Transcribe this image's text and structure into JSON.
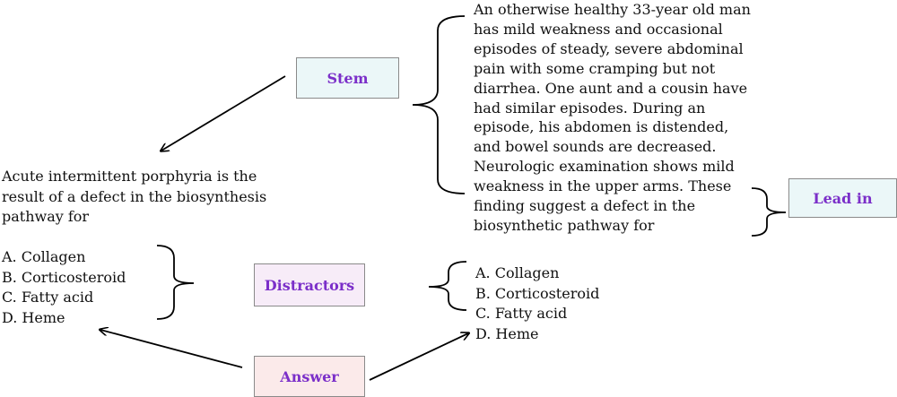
{
  "labels": {
    "stem": "Stem",
    "lead_in": "Lead in",
    "distractors": "Distractors",
    "answer": "Answer"
  },
  "left_question": {
    "lines": [
      "Acute intermittent porphyria is the",
      "result of a defect in the biosynthesis",
      "pathway for"
    ],
    "options": [
      "A.  Collagen",
      "B.  Corticosteroid",
      "C.  Fatty acid",
      "D.  Heme"
    ]
  },
  "right_question": {
    "lines": [
      "An otherwise healthy 33-year old man",
      "has mild weakness and occasional",
      "episodes of steady, severe abdominal",
      "pain with some cramping but not",
      "diarrhea. One aunt and a cousin have",
      "had similar episodes. During an",
      "episode, his abdomen is distended,",
      "and bowel sounds are decreased.",
      "Neurologic examination shows mild",
      "weakness in the upper arms. These",
      "finding suggest a defect in the",
      "biosynthetic pathway for"
    ],
    "options": [
      "A.  Collagen",
      "B.  Corticosteroid",
      "C.  Fatty acid",
      "D.  Heme"
    ]
  },
  "colors": {
    "label_text": "#7b2fc9",
    "stem_fill": "#ebf7f8",
    "lead_in_fill": "#ebf7f8",
    "distractors_fill": "#f7ecf8",
    "answer_fill": "#fbeaea"
  }
}
